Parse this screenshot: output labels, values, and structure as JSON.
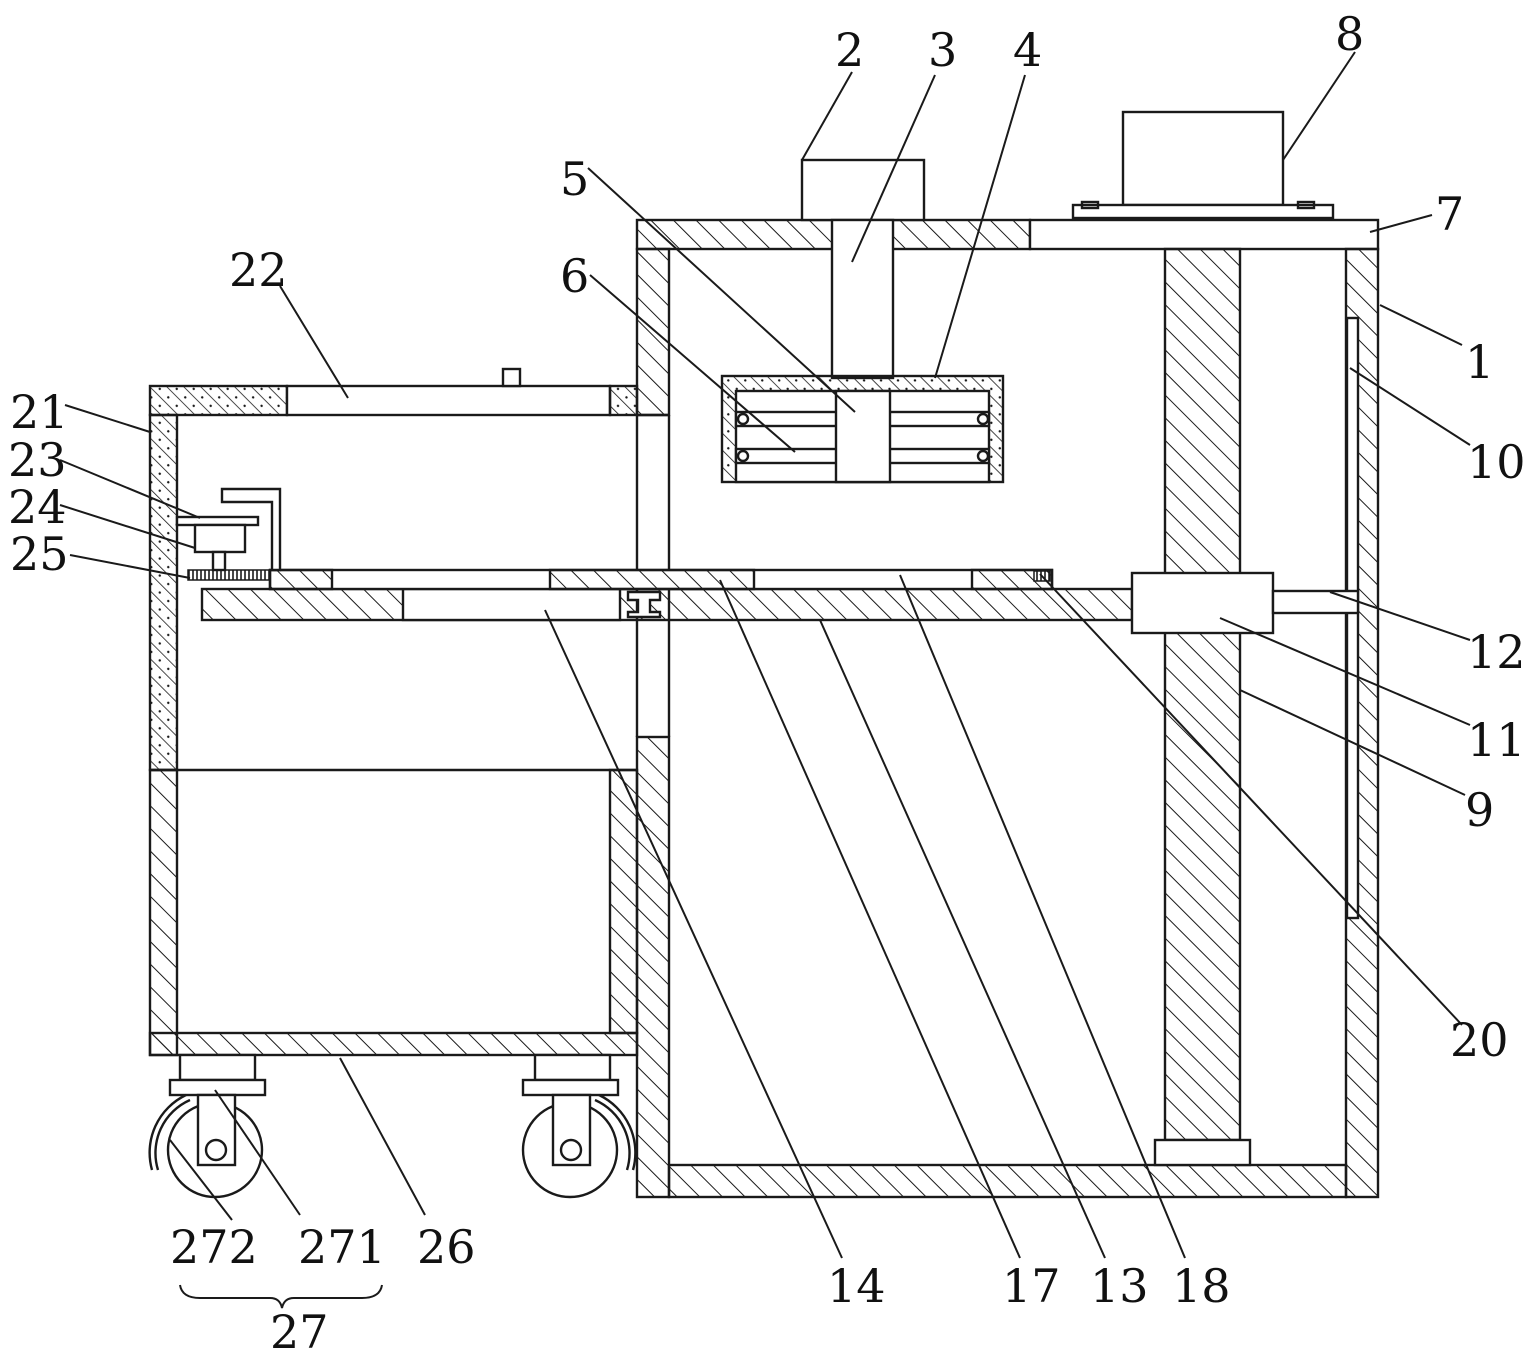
{
  "labels": {
    "n1": "1",
    "n2": "2",
    "n3": "3",
    "n4": "4",
    "n5": "5",
    "n6": "6",
    "n7": "7",
    "n8": "8",
    "n9": "9",
    "n10": "10",
    "n11": "11",
    "n12": "12",
    "n13": "13",
    "n14": "14",
    "n17": "17",
    "n18": "18",
    "n20": "20",
    "n21": "21",
    "n22": "22",
    "n23": "23",
    "n24": "24",
    "n25": "25",
    "n26": "26",
    "n27": "27",
    "n271": "271",
    "n272": "272"
  }
}
